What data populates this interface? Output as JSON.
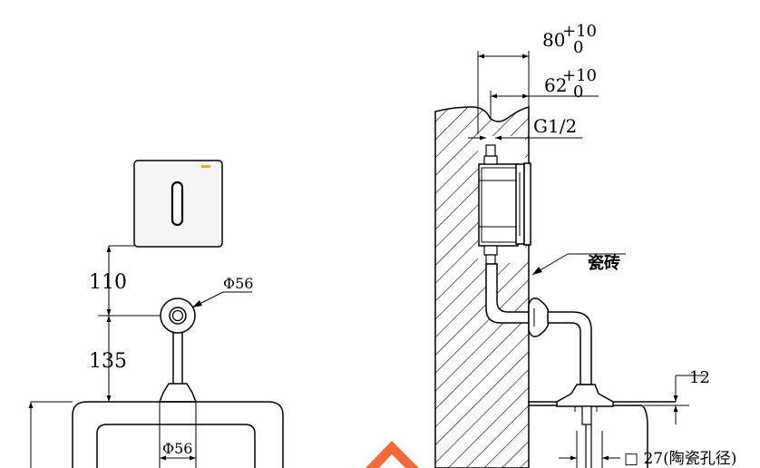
{
  "dimensions": {
    "plate_to_spout": "110",
    "spout_to_fixture": "135",
    "spout_flange_dia": "Φ56",
    "fixture_hole_dia": "Φ56",
    "depth_80_base": "80",
    "depth_80_tol_upper": "+10",
    "depth_80_tol_lower": "0",
    "depth_62_base": "62",
    "depth_62_tol_upper": "+10",
    "depth_62_tol_lower": "0",
    "thread_size": "G1/2",
    "ceramic_thickness": "12",
    "ceramic_hole": "□ 27(陶瓷孔径)"
  },
  "annotations": {
    "tile_label": "瓷砖"
  },
  "colors": {
    "line": "#000000",
    "sensor_plate": "#f4f4f4",
    "logo_mark": "#e8b400",
    "watermark": "#f26b3a"
  },
  "icons": {
    "sensor_window": "sensor-window-icon",
    "logo": "brand-logo-icon",
    "watermark": "watermark-icon"
  }
}
